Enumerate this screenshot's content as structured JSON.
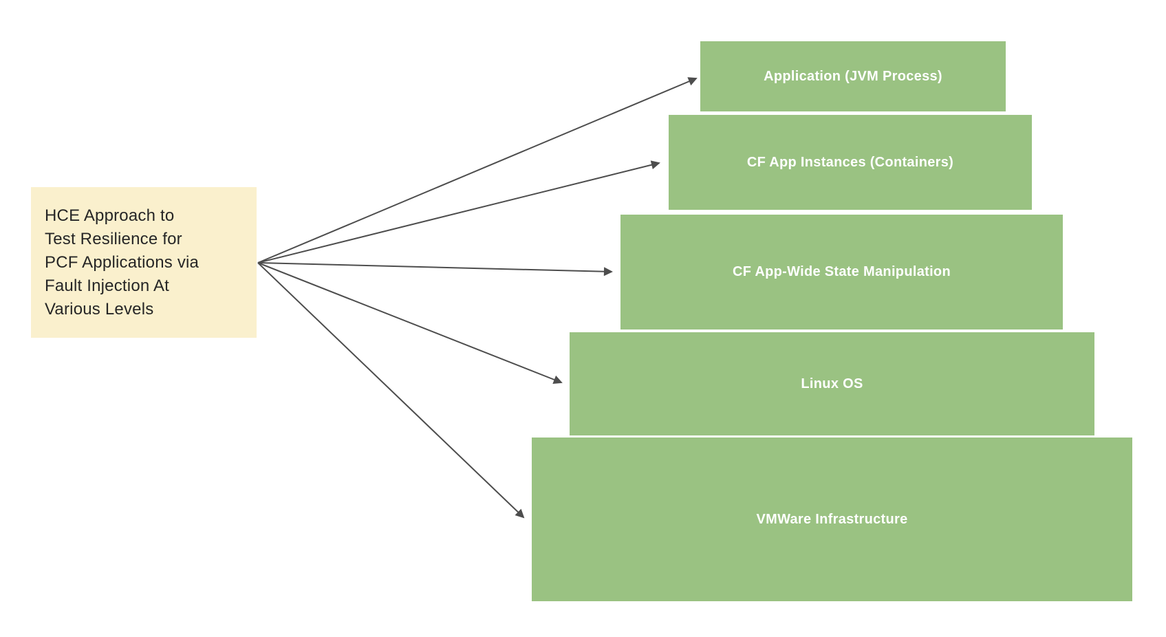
{
  "source_box": {
    "lines": [
      "HCE Approach to",
      "Test Resilience for",
      "PCF Applications via",
      "Fault Injection At",
      "Various Levels"
    ],
    "full_text": "HCE Approach to Test Resilience for PCF Applications via Fault Injection At Various Levels"
  },
  "levels": [
    {
      "label": "Application (JVM Process)"
    },
    {
      "label": "CF App Instances (Containers)"
    },
    {
      "label": "CF App-Wide State Manipulation"
    },
    {
      "label": "Linux OS"
    },
    {
      "label": "VMWare Infrastructure"
    }
  ],
  "colors": {
    "background": "#ffffff",
    "level_fill": "#9ac282",
    "level_text": "#ffffff",
    "source_fill": "#faf0cd",
    "source_text": "#262626",
    "arrow": "#4d4d4d"
  }
}
